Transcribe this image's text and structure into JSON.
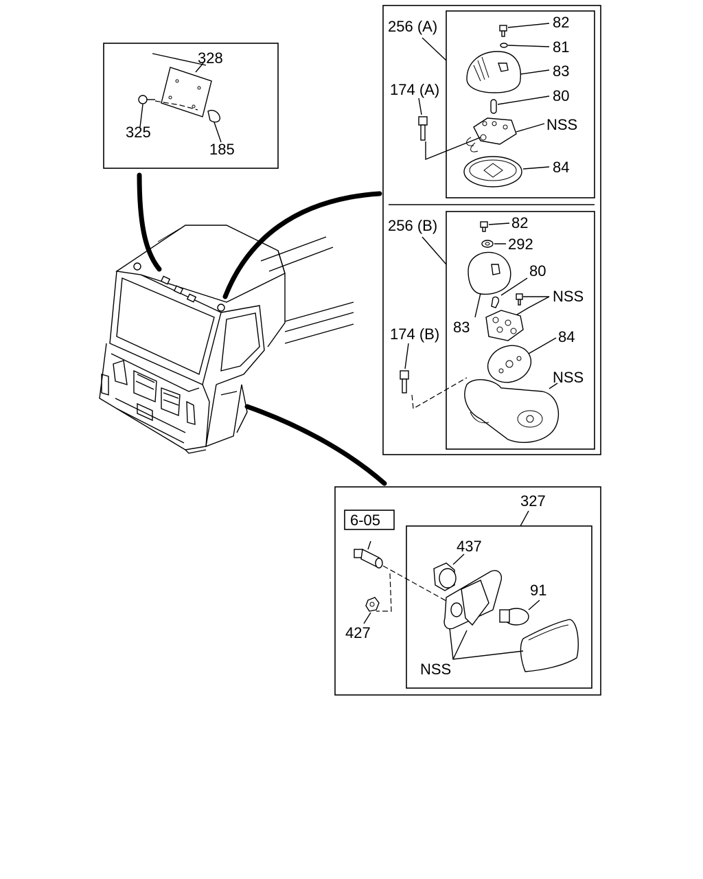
{
  "callouts": {
    "license_lamp": {
      "assembly": "328",
      "screw": "325",
      "clip": "185"
    },
    "roof_lamp_a": {
      "assembly": "256 (A)",
      "bolt": "174 (A)",
      "screw": "82",
      "washer": "81",
      "lens": "83",
      "bulb": "80",
      "nss": "NSS",
      "gasket": "84"
    },
    "roof_lamp_b": {
      "assembly": "256 (B)",
      "bolt": "174 (B)",
      "screw": "82",
      "washer": "292",
      "bulb": "80",
      "nss_screws": "NSS",
      "lens": "83",
      "gasket": "84",
      "nss_housing": "NSS"
    },
    "side_turn_lamp": {
      "assembly": "327",
      "reference": "6-05",
      "socket": "437",
      "bulb": "91",
      "nut": "427",
      "nss": "NSS"
    }
  }
}
